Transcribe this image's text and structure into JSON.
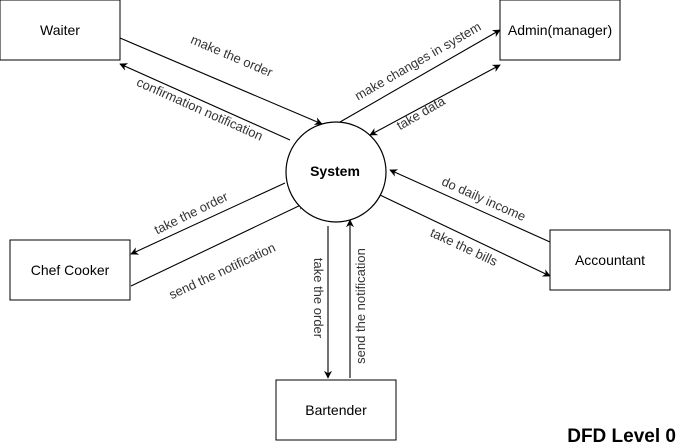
{
  "diagram": {
    "title": "DFD Level 0",
    "process": {
      "label": "System"
    },
    "entities": {
      "waiter": "Waiter",
      "admin": "Admin(manager)",
      "chef": "Chef Cooker",
      "accountant": "Accountant",
      "bartender": "Bartender"
    },
    "flows": {
      "make_order": "make the order",
      "confirmation": "confirmation notification",
      "make_changes": "make changes in system",
      "take_data": "take data",
      "take_order_chef": "take the order",
      "send_notification_chef": "send the notification",
      "do_daily_income": "do daily income",
      "take_bills": "take the bills",
      "take_order_bartender": "take the order",
      "send_notification_bartender": "send the notification"
    }
  }
}
